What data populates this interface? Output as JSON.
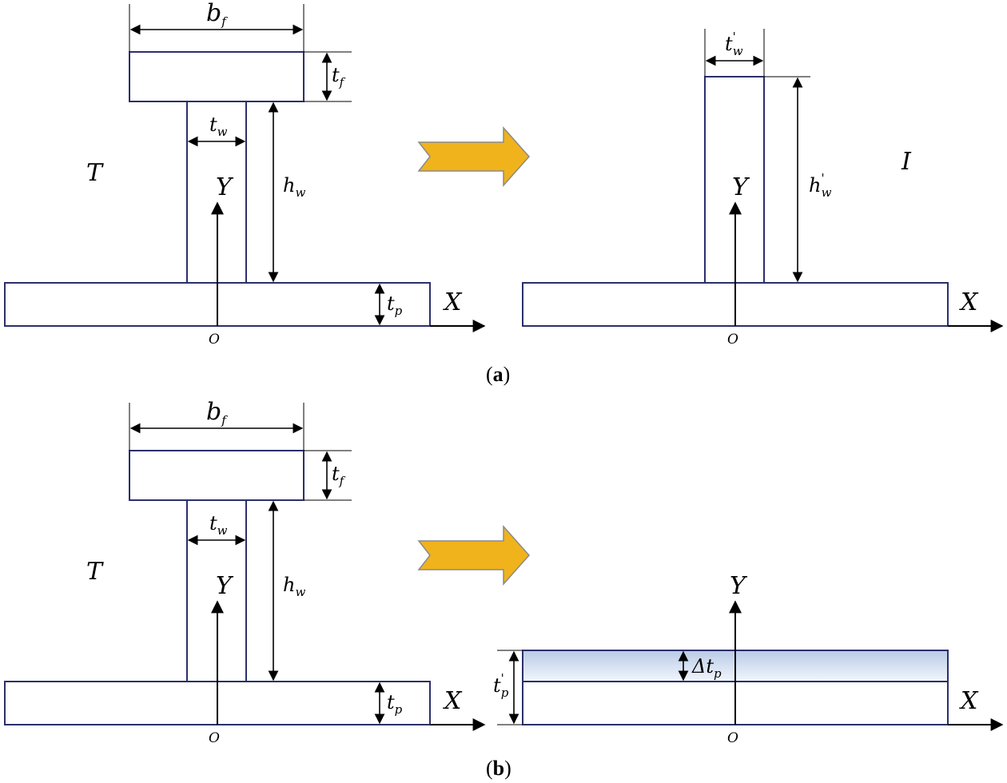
{
  "labels": {
    "bf": "b",
    "bf_sub": "f",
    "tf": "t",
    "tf_sub": "f",
    "tw": "t",
    "tw_sub": "w",
    "hw": "h",
    "hw_sub": "w",
    "tp": "t",
    "tp_sub": "p",
    "tw_prime": "t",
    "tw_prime_sub": "w",
    "prime": "'",
    "hw_prime": "h",
    "hw_prime_sub": "w",
    "tp_prime": "t",
    "tp_prime_sub": "p",
    "delta_tp": "Δt",
    "delta_tp_sub": "p",
    "T": "T",
    "I": "I",
    "X": "X",
    "Y": "Y",
    "O": "O"
  },
  "captions": {
    "a_open": "(",
    "a_letter": "a",
    "a_close": ")",
    "b_open": "(",
    "b_letter": "b",
    "b_close": ")"
  },
  "colors": {
    "outline": "#2b2f6b",
    "arrow_fill": "#f0b31c",
    "arrow_stroke": "#8a8a8a",
    "band_top": "#b9cbe6",
    "band_bottom": "#f2f6fc"
  }
}
